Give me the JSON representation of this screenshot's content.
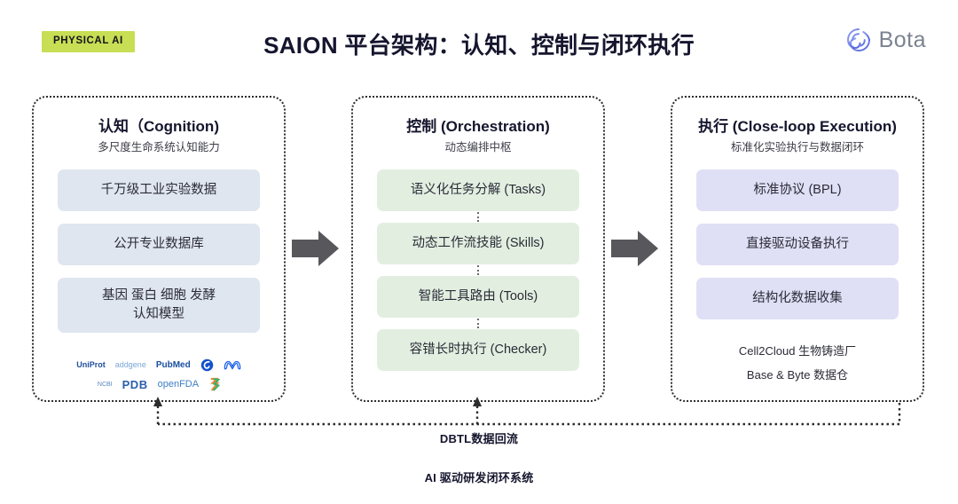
{
  "header": {
    "badge": "PHYSICAL AI",
    "title": "SAION 平台架构：认知、控制与闭环执行",
    "brand_name": "Bota",
    "brand_icon": "spiral-swirl-icon",
    "badge_color": "#c8de54",
    "title_color": "#15152e",
    "brand_color": "#7b8291"
  },
  "panels": [
    {
      "id": "cognition",
      "title": "认知（Cognition)",
      "subtitle": "多尺度生命系统认知能力",
      "card_color": "#dfe6ef",
      "cards": [
        {
          "label": "千万级工业实验数据"
        },
        {
          "label": "公开专业数据库"
        },
        {
          "label": "基因 蛋白 细胞 发酵\n认知模型",
          "two_line": true
        }
      ],
      "logos": [
        [
          "UniProt",
          "addgene",
          "PubMed",
          "swirl-icon",
          "meta-icon"
        ],
        [
          "NCBI",
          "PDB",
          "openFDA",
          "ribbon-icon"
        ]
      ]
    },
    {
      "id": "orchestration",
      "title": "控制 (Orchestration)",
      "subtitle": "动态编排中枢",
      "card_color": "#e2efe0",
      "cards": [
        {
          "label": "语义化任务分解 (Tasks)"
        },
        {
          "label": "动态工作流技能 (Skills)"
        },
        {
          "label": "智能工具路由 (Tools)"
        },
        {
          "label": "容错长时执行 (Checker)"
        }
      ]
    },
    {
      "id": "execution",
      "title": "执行 (Close-loop Execution)",
      "subtitle": "标准化实验执行与数据闭环",
      "card_color": "#dfdff5",
      "cards": [
        {
          "label": "标准协议 (BPL)"
        },
        {
          "label": "直接驱动设备执行"
        },
        {
          "label": "结构化数据收集"
        }
      ],
      "notes": [
        "Cell2Cloud 生物铸造厂",
        "Base & Byte 数据仓"
      ]
    }
  ],
  "arrows": {
    "arrow_1": "flow-arrow-cognition-to-orchestration",
    "arrow_2": "flow-arrow-orchestration-to-execution",
    "color": "#58585c"
  },
  "feedback": {
    "loop_label": "DBTL数据回流",
    "caption": "AI 驱动研发闭环系统"
  }
}
